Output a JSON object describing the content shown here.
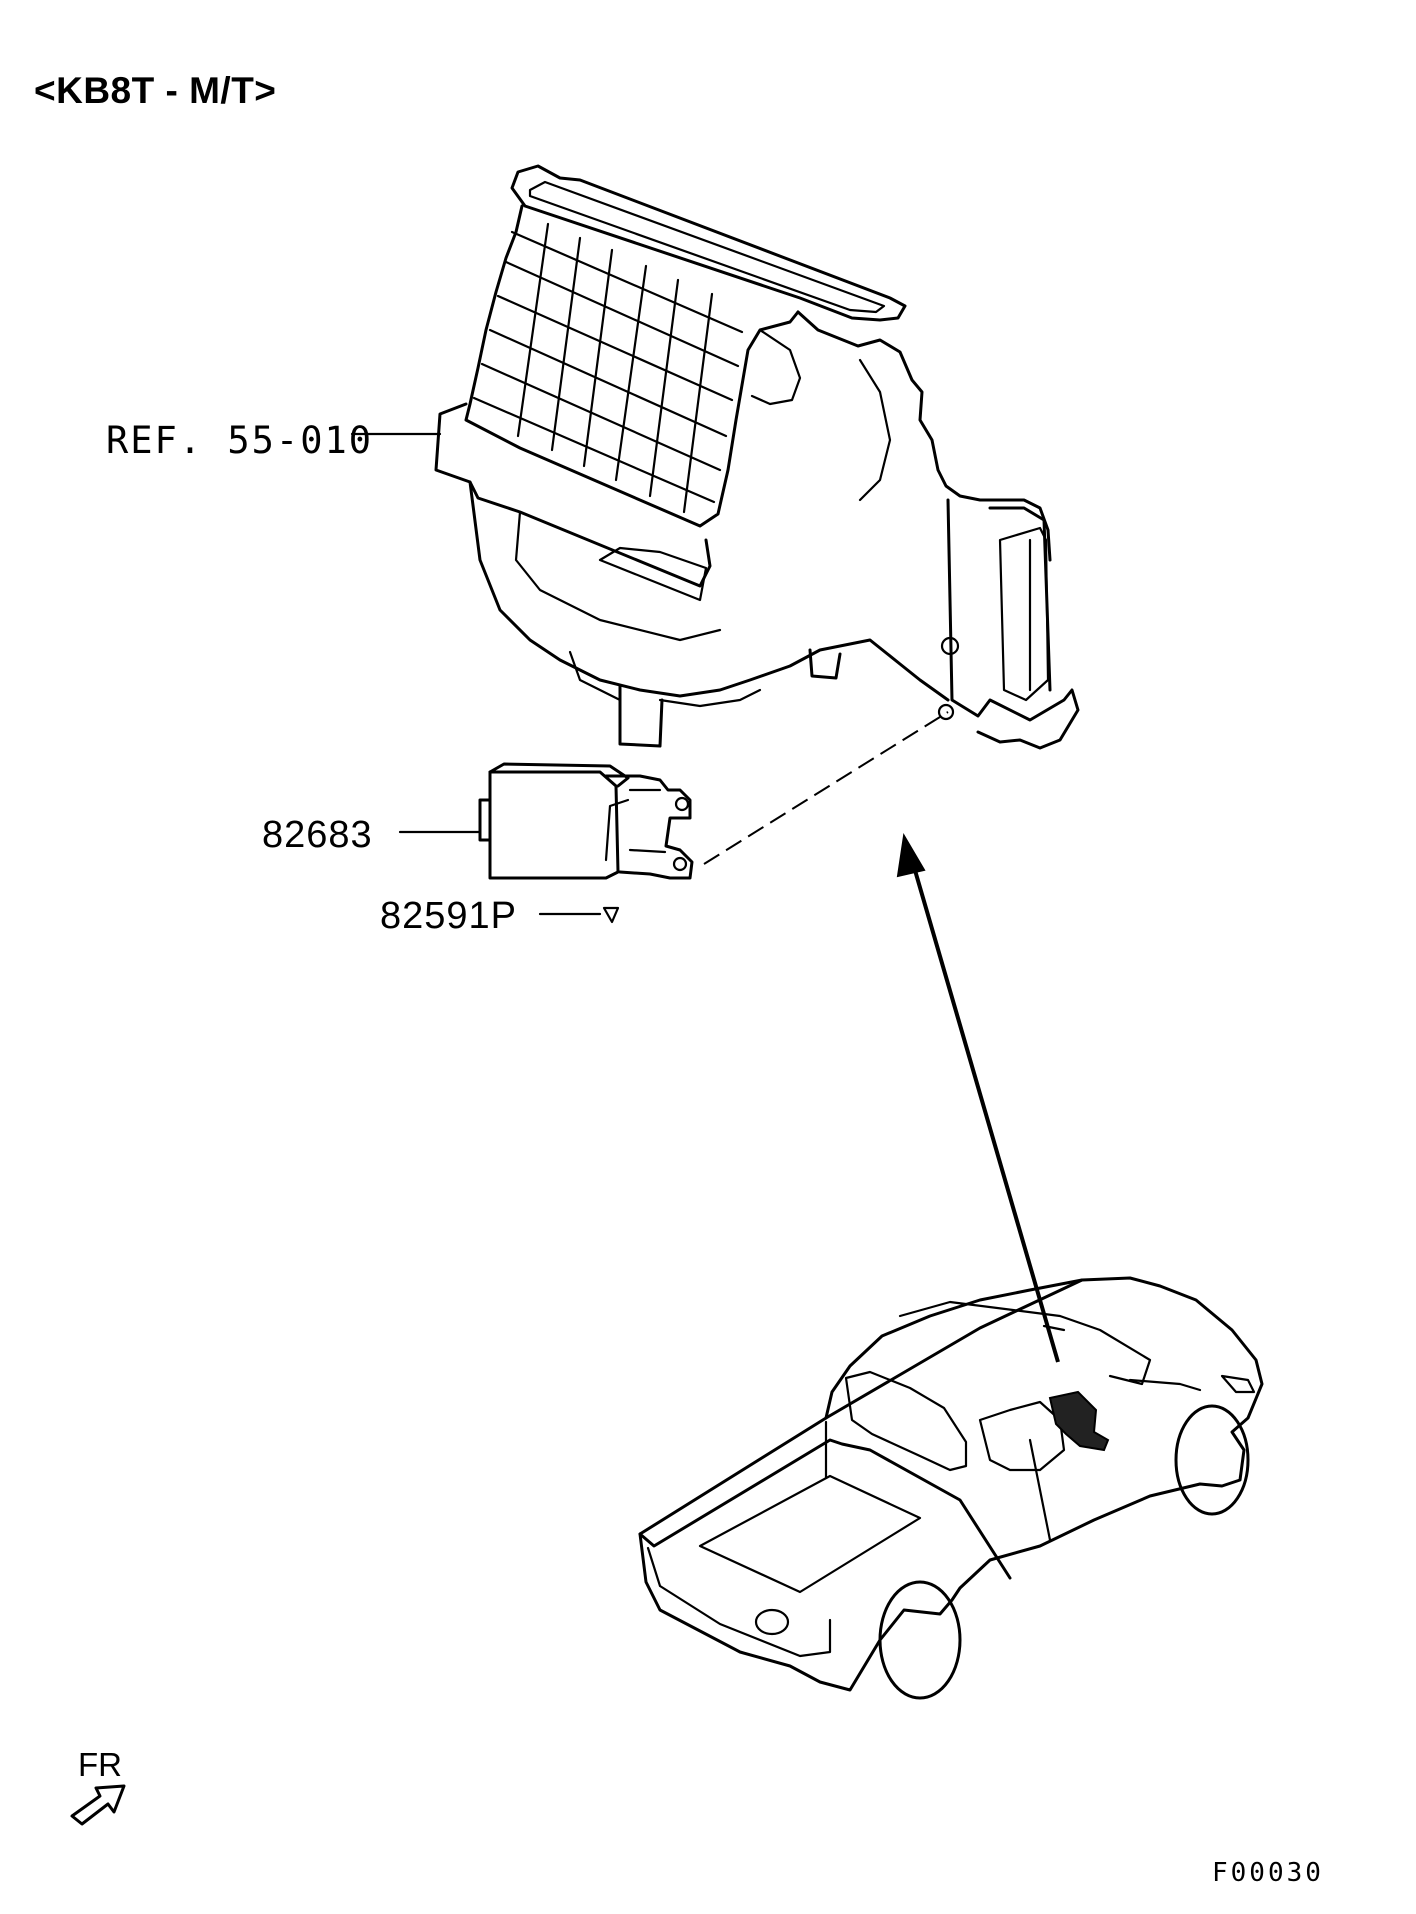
{
  "diagram": {
    "title": "<KB8T - M/T>",
    "callouts": {
      "ref": "REF. 55-010",
      "part_main": "82683",
      "part_screw": "82591P"
    },
    "fr_label": "FR",
    "figure_code": "F00030"
  }
}
